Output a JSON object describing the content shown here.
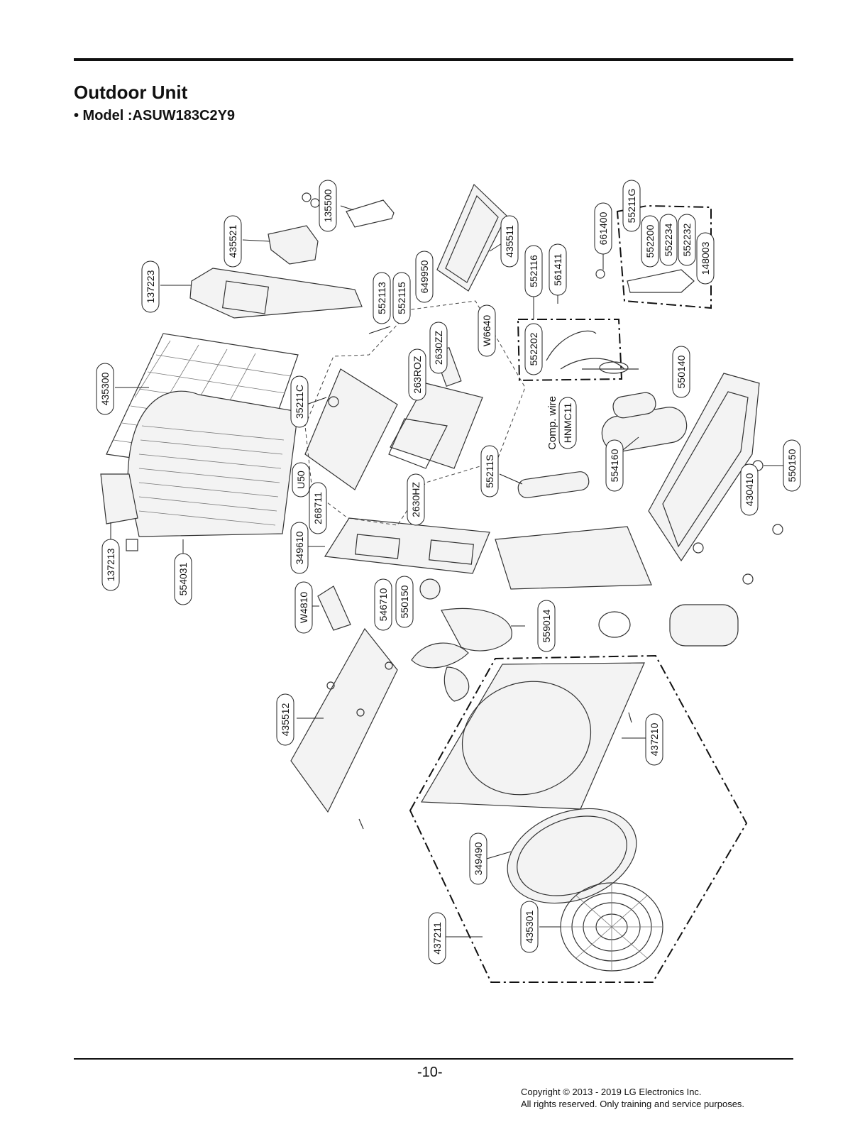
{
  "header": {
    "title": "Outdoor Unit",
    "subtitle": "• Model :ASUW183C2Y9"
  },
  "parts": [
    {
      "id": "135500"
    },
    {
      "id": "435521"
    },
    {
      "id": "137223"
    },
    {
      "id": "552113"
    },
    {
      "id": "552115"
    },
    {
      "id": "649950"
    },
    {
      "id": "435511"
    },
    {
      "id": "552116"
    },
    {
      "id": "561411"
    },
    {
      "id": "661400"
    },
    {
      "id": "55211G"
    },
    {
      "id": "552200"
    },
    {
      "id": "552234"
    },
    {
      "id": "552232"
    },
    {
      "id": "148003"
    },
    {
      "id": "W6640"
    },
    {
      "id": "2630ZZ"
    },
    {
      "id": "263ROZ"
    },
    {
      "id": "552202"
    },
    {
      "id": "550140"
    },
    {
      "id": "435300"
    },
    {
      "id": "35211C"
    },
    {
      "id": "HNMC11"
    },
    {
      "id": "554160"
    },
    {
      "id": "55211S"
    },
    {
      "id": "2630HZ"
    },
    {
      "id": "U50"
    },
    {
      "id": "268711"
    },
    {
      "id": "550150"
    },
    {
      "id": "430410"
    },
    {
      "id": "137213"
    },
    {
      "id": "554031"
    },
    {
      "id": "349610"
    },
    {
      "id": "W4810"
    },
    {
      "id": "546710"
    },
    {
      "id": "550150"
    },
    {
      "id": "559014"
    },
    {
      "id": "435512"
    },
    {
      "id": "437210"
    },
    {
      "id": "349490"
    },
    {
      "id": "437211"
    },
    {
      "id": "435301"
    }
  ],
  "annotations": {
    "comp_wire": "Comp. wire"
  },
  "footer": {
    "page_number": "-10-",
    "copyright_line1": "Copyright © 2013 - 2019 LG Electronics Inc.",
    "copyright_line2": "All rights reserved. Only training and service purposes."
  }
}
